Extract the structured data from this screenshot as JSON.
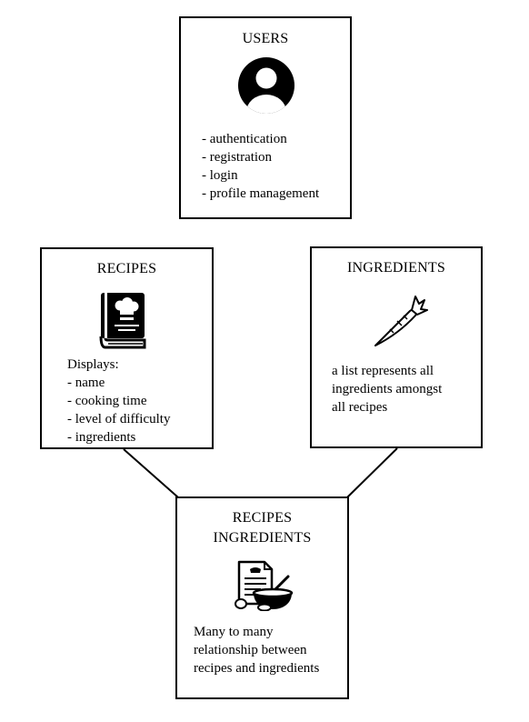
{
  "users": {
    "title": "USERS",
    "icon": "user-avatar-icon",
    "features": [
      "- authentication",
      "- registration",
      "- login",
      "- profile management"
    ]
  },
  "recipes": {
    "title": "RECIPES",
    "icon": "cookbook-icon",
    "intro": "Displays:",
    "features": [
      "- name",
      "- cooking time",
      "- level of difficulty",
      "- ingredients"
    ]
  },
  "ingredients": {
    "title": "INGREDIENTS",
    "icon": "carrot-icon",
    "description_lines": [
      "a list represents all",
      "ingredients amongst",
      "all recipes"
    ]
  },
  "recipes_ingredients": {
    "title_lines": [
      "RECIPES",
      "INGREDIENTS"
    ],
    "icon": "recipe-bowl-icon",
    "description_lines": [
      "Many to many",
      "relationship between",
      "recipes and ingredients"
    ]
  }
}
